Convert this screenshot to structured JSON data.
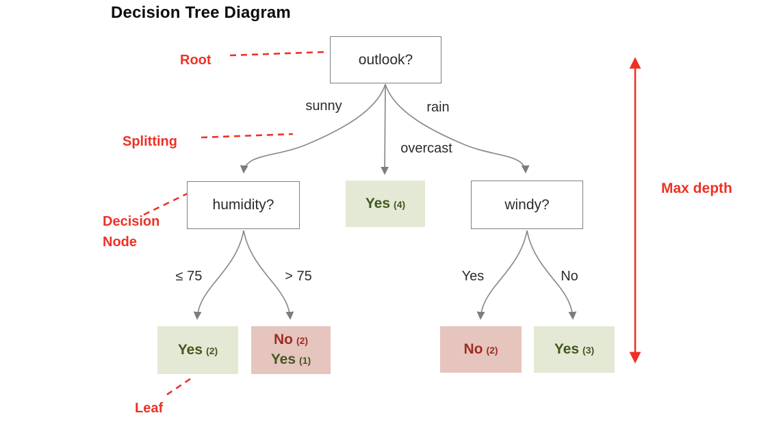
{
  "title": "Decision Tree Diagram",
  "annotations": {
    "root": "Root",
    "splitting": "Splitting",
    "decision_node": "Decision\nNode",
    "leaf": "Leaf",
    "max_depth": "Max depth"
  },
  "nodes": {
    "root": "outlook?",
    "humidity": "humidity?",
    "windy": "windy?"
  },
  "branch_labels": {
    "sunny": "sunny",
    "overcast": "overcast",
    "rain": "rain",
    "humidity_left": "≤ 75",
    "humidity_right": "> 75",
    "windy_left": "Yes",
    "windy_right": "No"
  },
  "leaves": {
    "overcast": {
      "line1_word": "Yes",
      "line1_count": "(4)"
    },
    "humidity_le75": {
      "line1_word": "Yes",
      "line1_count": "(2)"
    },
    "humidity_gt75": {
      "line1_word": "No",
      "line1_count": "(2)",
      "line2_word": "Yes",
      "line2_count": "(1)"
    },
    "windy_yes": {
      "line1_word": "No",
      "line1_count": "(2)"
    },
    "windy_no": {
      "line1_word": "Yes",
      "line1_count": "(3)"
    }
  },
  "colors": {
    "annotation_red": "#ee3124",
    "edge_gray": "#8a8a8a",
    "node_border": "#7d7d7d",
    "leaf_yes_bg": "#e3e9d5",
    "leaf_no_bg": "#e5c5be",
    "yes_text": "#44571e",
    "no_text": "#9f2c20",
    "text_dark": "#2b2b2b"
  }
}
